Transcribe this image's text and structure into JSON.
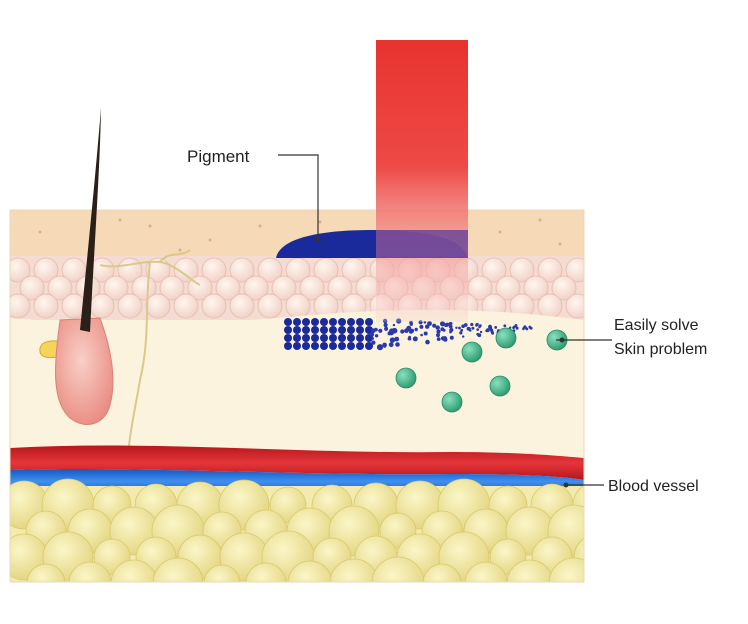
{
  "labels": {
    "pigment": "Pigment",
    "easily_solve": "Easily solve",
    "skin_problem": "Skin problem",
    "blood_vessel": "Blood vessel"
  },
  "colors": {
    "laser_beam": "#e53935",
    "pigment": "#1a2a9a",
    "particles": "#3fb58a",
    "artery": "#d3272b",
    "vein": "#1f6fd6",
    "epidermis": "#f6d9b6",
    "fat": "#efe7a0",
    "dermis": "#fbf3dd",
    "hair": "#2a2018",
    "follicle": "#f3a9a0"
  }
}
